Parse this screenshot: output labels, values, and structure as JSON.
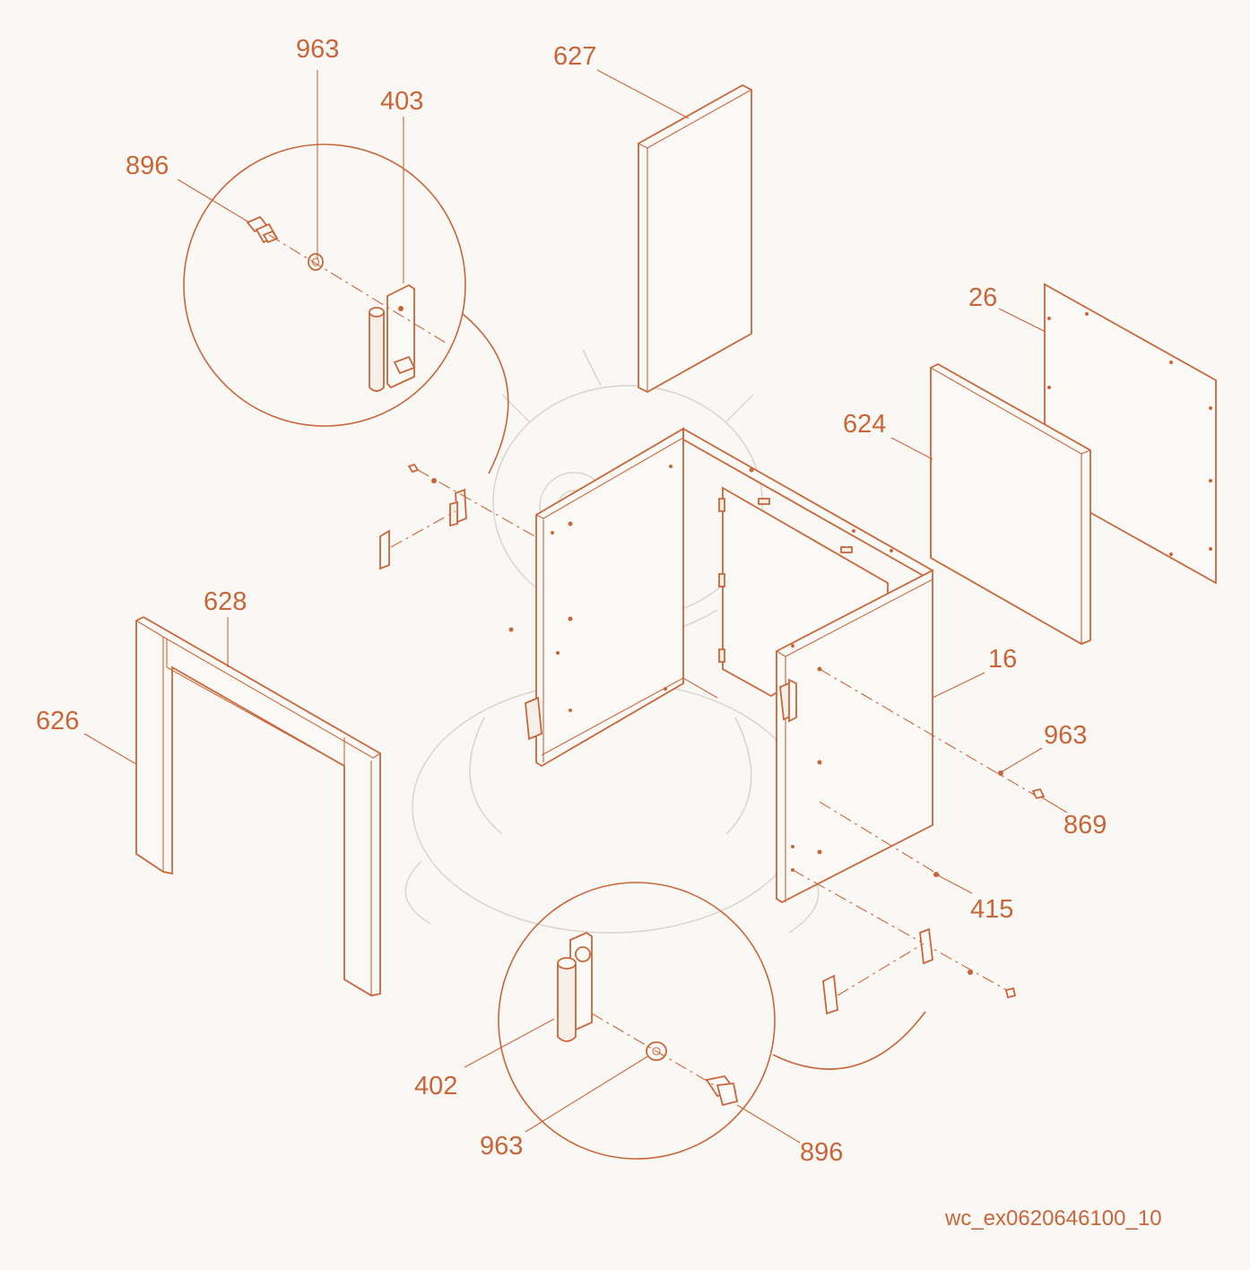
{
  "labels": {
    "p963_top": "963",
    "p403": "403",
    "p896_top": "896",
    "p627": "627",
    "p26": "26",
    "p624": "624",
    "p628": "628",
    "p626": "626",
    "p16": "16",
    "p963_right": "963",
    "p869": "869",
    "p415": "415",
    "p402": "402",
    "p963_bottom": "963",
    "p896_bottom": "896"
  },
  "document_id": "wc_ex0620646100_10",
  "colors": {
    "line": "#c8663a",
    "background": "#faf8f5",
    "watermark": "#d9d2ca"
  }
}
